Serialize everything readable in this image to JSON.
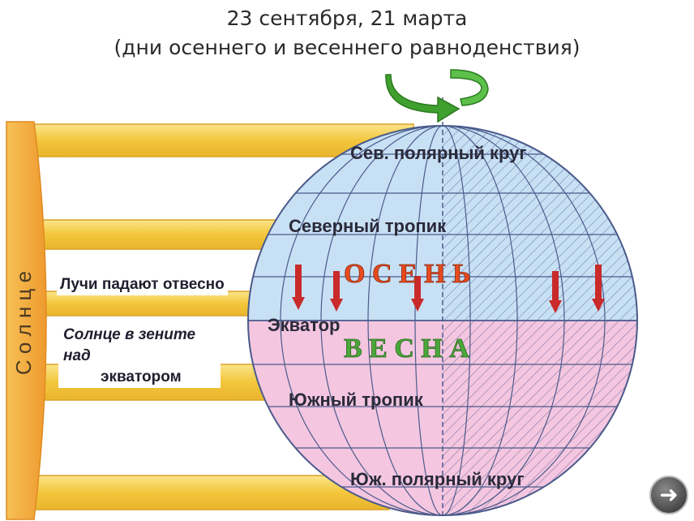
{
  "title_line1": "23 сентября, 21 марта",
  "title_line2": "(дни осеннего и весеннего равноденствия)",
  "sun_label": "С о л н ц е",
  "rays_note": "Лучи падают отвесно",
  "zenith_note": [
    "Солнце в зените",
    "над",
    "экватором"
  ],
  "latitudes": {
    "arctic_circle": "Сев. полярный круг",
    "tropic_north": "Северный тропик",
    "equator": "Экватор",
    "tropic_south": "Южный тропик",
    "antarctic_circle": "Юж. полярный круг"
  },
  "seasons": {
    "north": "О С Е Н Ь",
    "south": "В Е С Н А"
  },
  "colors": {
    "north_hemisphere": "#c8e0f4",
    "south_hemisphere": "#f4c6e0",
    "sun": "#f2a33a",
    "rays": "#f4cf4a",
    "season_north": "#e84a1e",
    "season_south": "#4aa83a",
    "rotation_arrow": "#3f9f2f"
  },
  "icons": [
    "rotation-arrow-icon",
    "ray-arrow-icon",
    "next-arrow-icon"
  ]
}
